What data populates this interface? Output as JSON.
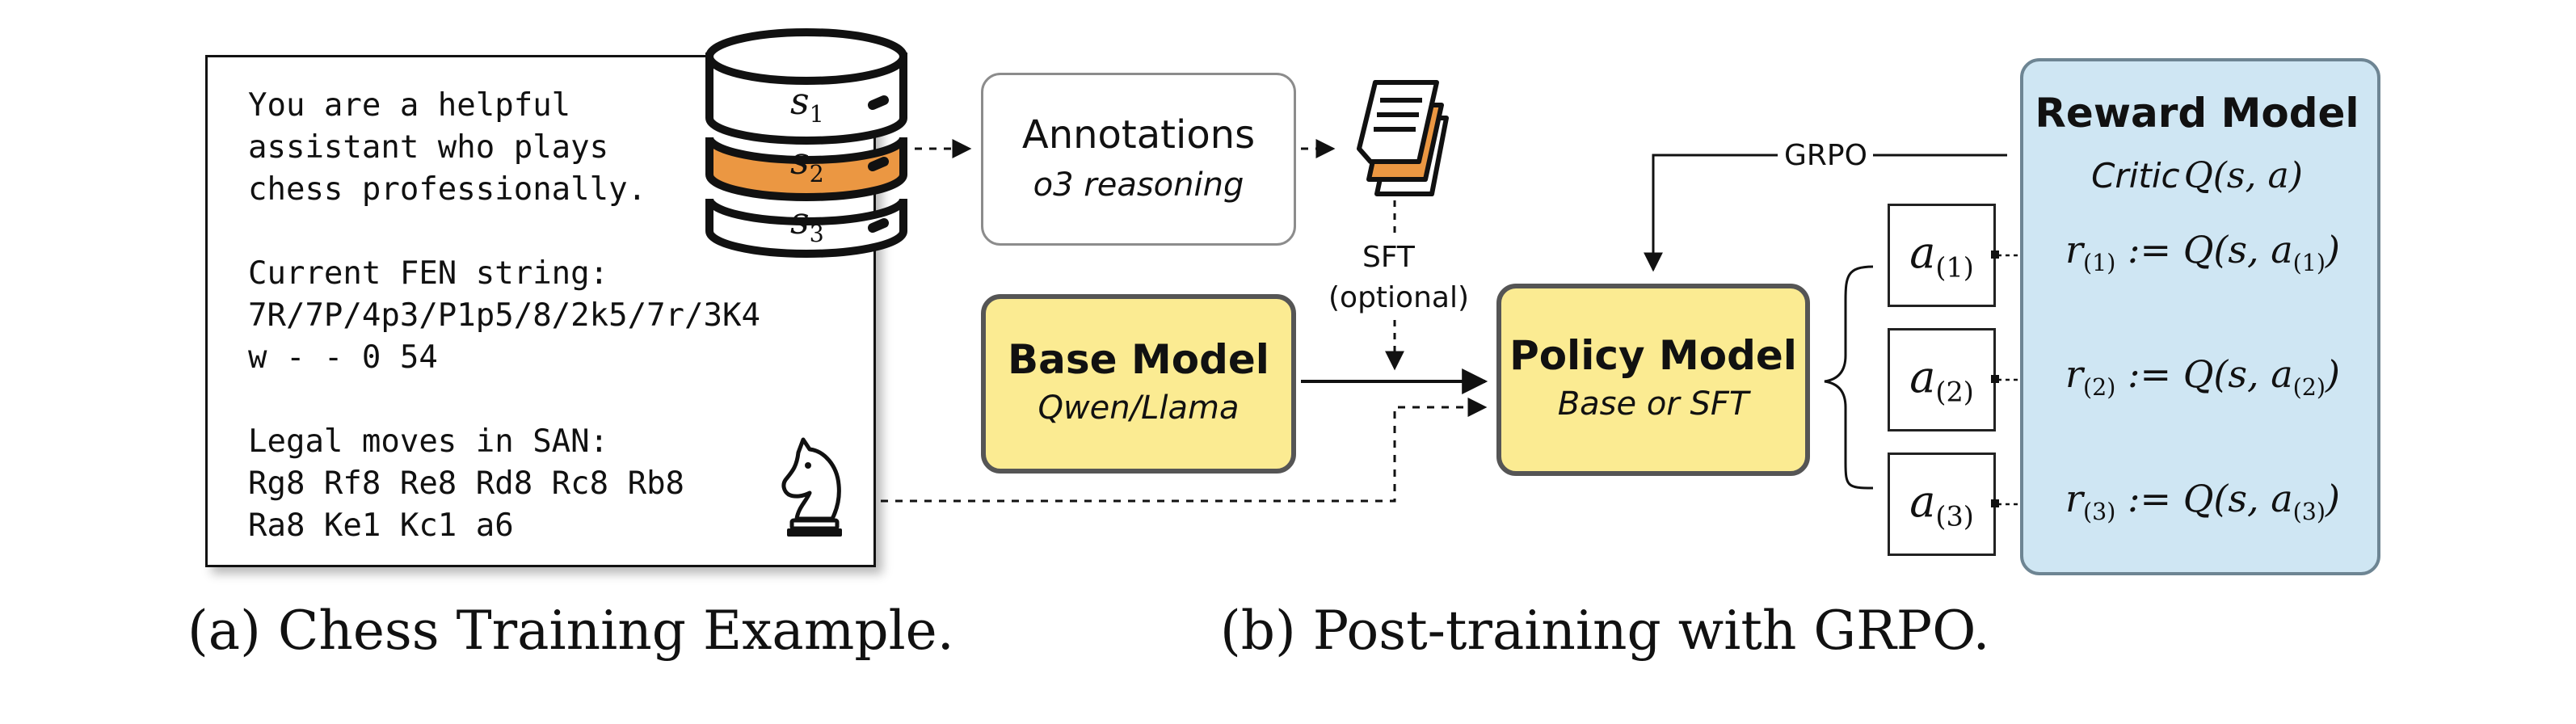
{
  "prompt": {
    "lines": [
      "You are a helpful",
      "assistant who plays",
      "chess professionally.",
      "",
      "Current FEN string:",
      "7R/7P/4p3/P1p5/8/2k5/7r/3K4",
      "w - - 0 54",
      "",
      "Legal moves in SAN:",
      "Rg8 Rf8 Re8 Rd8 Rc8 Rb8",
      "Ra8 Ke1 Kc1 a6"
    ]
  },
  "database": {
    "layers": [
      {
        "label": "s",
        "sub": "1",
        "fill": "#ffffff"
      },
      {
        "label": "s",
        "sub": "2",
        "fill": "#eb9742"
      },
      {
        "label": "s",
        "sub": "3",
        "fill": "#ffffff"
      }
    ],
    "icon": "database-icon"
  },
  "annotations": {
    "title": "Annotations",
    "subtitle": "o3 reasoning"
  },
  "sft": {
    "label": "SFT",
    "optional": "(optional)",
    "icon": "documents-icon"
  },
  "base_model": {
    "title": "Base Model",
    "subtitle": "Qwen/Llama"
  },
  "policy_model": {
    "title": "Policy Model",
    "subtitle": "Base or SFT"
  },
  "grpo_label": "GRPO",
  "reward_model": {
    "title": "Reward Model",
    "critic_prefix": "Critic",
    "critic_formula": "Q(s, a)"
  },
  "actions": [
    {
      "letter": "a",
      "index": "(1)",
      "reward_letter": "r",
      "reward_formula_prefix": ":= Q(s, a",
      "reward_formula_suffix": ")"
    },
    {
      "letter": "a",
      "index": "(2)",
      "reward_letter": "r",
      "reward_formula_prefix": ":= Q(s, a",
      "reward_formula_suffix": ")"
    },
    {
      "letter": "a",
      "index": "(3)",
      "reward_letter": "r",
      "reward_formula_prefix": ":= Q(s, a",
      "reward_formula_suffix": ")"
    }
  ],
  "captions": {
    "left": "(a) Chess Training Example.",
    "right": "(b) Post-training with GRPO."
  },
  "colors": {
    "accent_orange": "#eb9742",
    "model_yellow": "#fbeb92",
    "reward_blue": "#cfe6f3"
  },
  "knight_icon": "chess-knight-icon"
}
